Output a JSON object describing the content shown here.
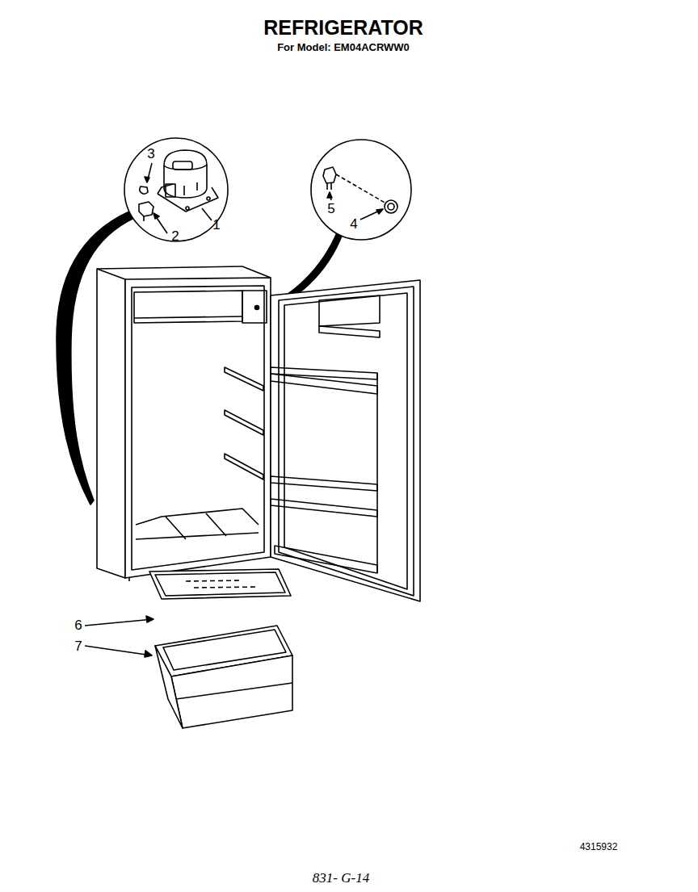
{
  "diagram": {
    "title": "REFRIGERATOR",
    "labels": [
      "For Model: EM04ACRWW0",
      "3",
      "2",
      "1",
      "5",
      "4",
      "6",
      "7",
      "4315932",
      "831- G-14"
    ]
  }
}
